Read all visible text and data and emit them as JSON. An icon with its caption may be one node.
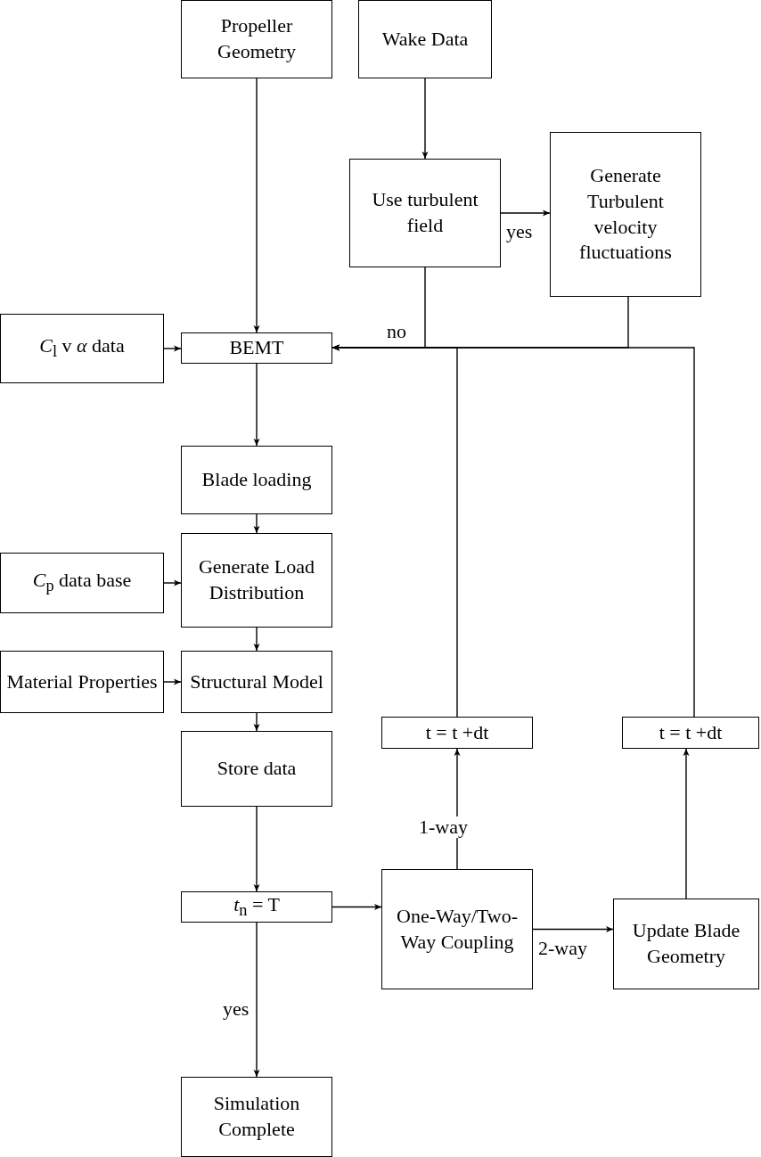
{
  "diagram": {
    "nodes": [
      {
        "text": [
          "Propeller Geometry"
        ]
      },
      {
        "text": [
          "Wake Data"
        ]
      },
      {
        "text": [
          "Use turbulent field"
        ]
      },
      {
        "text": [
          "Generate Turbulent velocity fluctuations"
        ]
      },
      {
        "text": [
          "*C*$_{l}$ v *α* data"
        ]
      },
      {
        "text": [
          "BEMT"
        ]
      },
      {
        "text": [
          "Blade loading"
        ]
      },
      {
        "text": [
          "Generate Load Distribution"
        ]
      },
      {
        "text": [
          "*C*$_{p}$ data base"
        ]
      },
      {
        "text": [
          "Material Properties"
        ]
      },
      {
        "text": [
          "Structural Model"
        ]
      },
      {
        "text": [
          "Store data"
        ]
      },
      {
        "text": [
          "t = t +dt"
        ]
      },
      {
        "text": [
          "t = t +dt"
        ]
      },
      {
        "text": [
          "*t*$_{n}$ = T"
        ]
      },
      {
        "text": [
          "One-Way/Two-Way Coupling"
        ]
      },
      {
        "text": [
          "Update Blade Geometry"
        ]
      },
      {
        "text": [
          "Simulation Complete"
        ]
      }
    ],
    "edges": [
      {
        "from": 0,
        "to": 5,
        "arrow": "to"
      },
      {
        "from": 1,
        "to": 2,
        "arrow": "to"
      },
      {
        "from": 2,
        "to": 3,
        "arrow": "to",
        "label": "yes"
      },
      {
        "from": 2,
        "to": 5,
        "arrow": "to",
        "label": "no"
      },
      {
        "from": 3,
        "to": 5,
        "arrow": "to"
      },
      {
        "from": 12,
        "to": 5,
        "arrow": "to"
      },
      {
        "from": 13,
        "to": 5,
        "arrow": "to"
      },
      {
        "from": 4,
        "to": 5,
        "arrow": "to"
      },
      {
        "from": 5,
        "to": 6,
        "arrow": "to"
      },
      {
        "from": 6,
        "to": 7,
        "arrow": "to"
      },
      {
        "from": 8,
        "to": 7,
        "arrow": "to"
      },
      {
        "from": 7,
        "to": 10,
        "arrow": "to"
      },
      {
        "from": 9,
        "to": 10,
        "arrow": "to"
      },
      {
        "from": 10,
        "to": 11,
        "arrow": "to"
      },
      {
        "from": 11,
        "to": 14,
        "arrow": "to"
      },
      {
        "from": 14,
        "to": 15,
        "arrow": "to"
      },
      {
        "from": 14,
        "to": 17,
        "arrow": "to",
        "label": "yes"
      },
      {
        "from": 15,
        "to": 12,
        "arrow": "to",
        "label": "1-way"
      },
      {
        "from": 15,
        "to": 16,
        "arrow": "to",
        "label": "2-way"
      },
      {
        "from": 16,
        "to": 13,
        "arrow": "to"
      }
    ]
  }
}
